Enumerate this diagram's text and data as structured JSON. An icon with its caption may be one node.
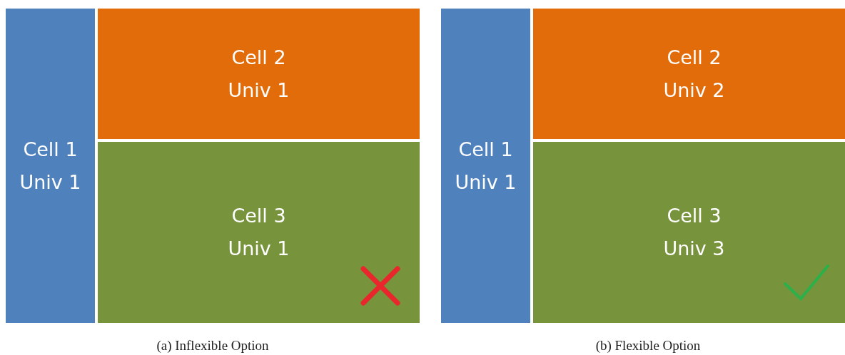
{
  "diagram": {
    "nodes": [
      {
        "text": [
          "Cell 1 Univ 1"
        ]
      },
      {
        "text": [
          "Cell 2 Univ 1"
        ]
      },
      {
        "text": [
          "Cell 3 Univ 1"
        ]
      },
      {
        "text": [
          "Cell 1 Univ 1"
        ]
      },
      {
        "text": [
          "Cell 2 Univ 2"
        ]
      },
      {
        "text": [
          "Cell 3 Univ 3"
        ]
      }
    ],
    "labels": [
      "(a) Inflexible Option",
      "(b) Flexible Option"
    ]
  }
}
